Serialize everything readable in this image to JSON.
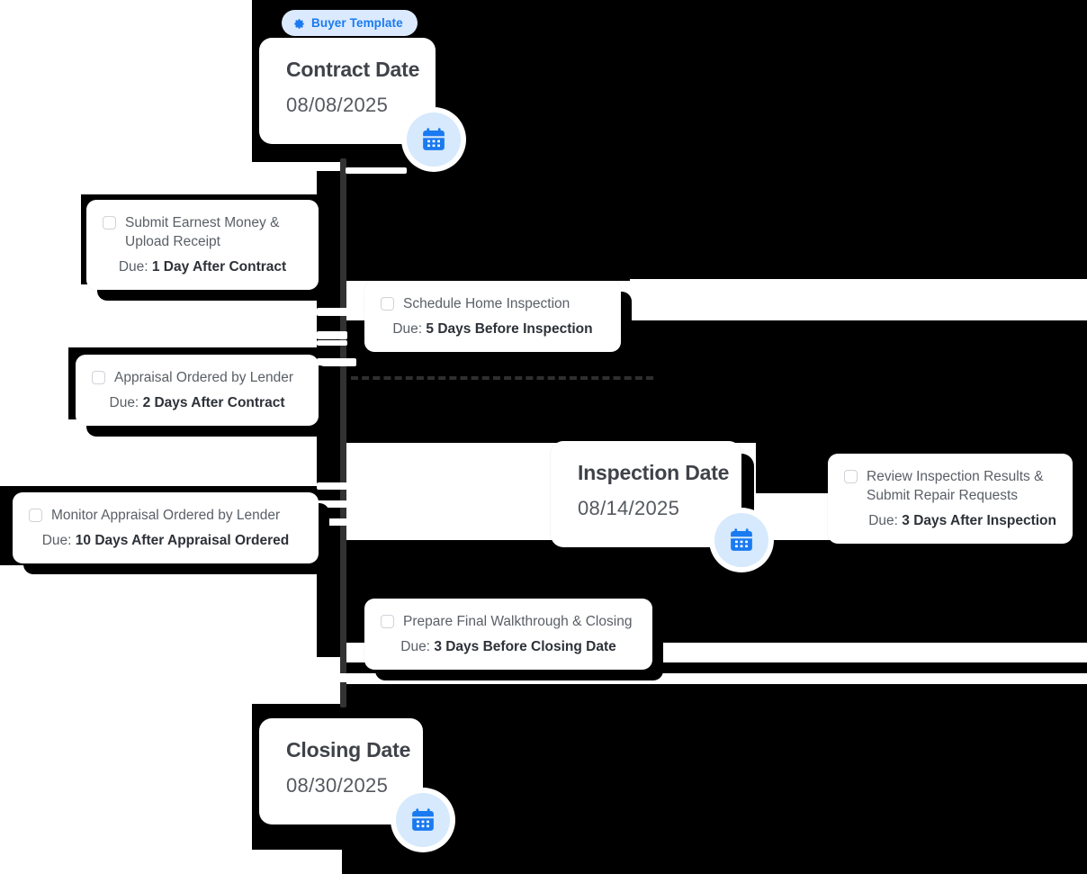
{
  "template_badge": {
    "label": "Buyer Template",
    "icon": "gear-icon",
    "bg": "#dbeafe",
    "fg": "#1a7af0"
  },
  "colors": {
    "accent_blue": "#1a7af0",
    "bubble_bg": "#d6e9fd",
    "card_bg": "#ffffff",
    "shadow": "#000000",
    "title_text": "#3f4349",
    "body_text": "#5a5f66",
    "strong_text": "#2d3138"
  },
  "milestones": [
    {
      "name": "contract-date",
      "title": "Contract Date",
      "date": "08/08/2025",
      "icon": "calendar-icon"
    },
    {
      "name": "inspection-date",
      "title": "Inspection Date",
      "date": "08/14/2025",
      "icon": "calendar-icon"
    },
    {
      "name": "closing-date",
      "title": "Closing Date",
      "date": "08/30/2025",
      "icon": "calendar-icon"
    }
  ],
  "tasks": [
    {
      "name": "submit-earnest-money",
      "title": "Submit Earnest Money & Upload Receipt",
      "due_label": "Due:",
      "due_value": "1 Day After Contract",
      "checked": false
    },
    {
      "name": "schedule-home-inspection",
      "title": "Schedule Home Inspection",
      "due_label": "Due:",
      "due_value": "5 Days Before Inspection",
      "checked": false
    },
    {
      "name": "appraisal-ordered-by-lender",
      "title": "Appraisal Ordered by Lender",
      "due_label": "Due:",
      "due_value": "2 Days After Contract",
      "checked": false
    },
    {
      "name": "monitor-appraisal-ordered-by-lender",
      "title": "Monitor Appraisal Ordered by Lender",
      "due_label": "Due:",
      "due_value": "10 Days After Appraisal Ordered",
      "checked": false
    },
    {
      "name": "review-inspection-results",
      "title": "Review Inspection Results & Submit Repair Requests",
      "due_label": "Due:",
      "due_value": "3 Days After Inspection",
      "checked": false
    },
    {
      "name": "prepare-final-walkthrough",
      "title": "Prepare Final Walkthrough & Closing",
      "due_label": "Due:",
      "due_value": "3 Days Before Closing Date",
      "checked": false
    }
  ]
}
